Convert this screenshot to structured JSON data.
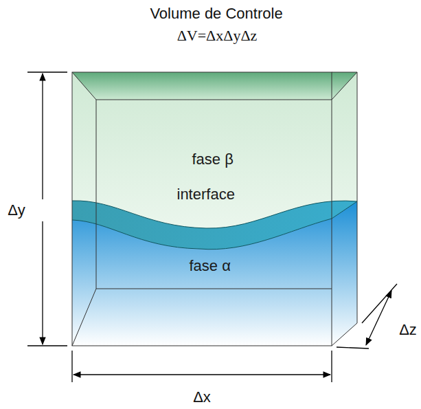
{
  "diagram": {
    "title": "Volume de Controle",
    "nodes": [
      {
        "text": [
          "fase β"
        ]
      },
      {
        "text": [
          "interface"
        ]
      },
      {
        "text": [
          "fase α"
        ]
      }
    ],
    "labels": [
      "ΔV=ΔxΔyΔz",
      "Δy",
      "Δx",
      "Δz"
    ]
  }
}
